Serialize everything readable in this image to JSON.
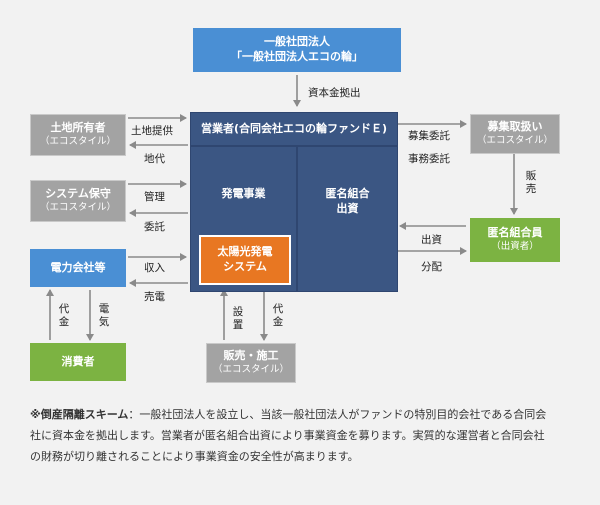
{
  "nodes": {
    "top": {
      "line1": "一般社団法人",
      "line2": "「一般社団法人エコの輪」"
    },
    "landowner": {
      "main": "土地所有者",
      "sub": "（エコスタイル）"
    },
    "maintenance": {
      "main": "システム保守",
      "sub": "（エコスタイル）"
    },
    "power_company": {
      "main": "電力会社等"
    },
    "consumer": {
      "main": "消費者"
    },
    "operator_header": "営業者(合同会社エコの輪ファンドＥ)",
    "power_business": "発電事業",
    "anon_investment": {
      "line1": "匿名組合",
      "line2": "出資"
    },
    "solar_system": {
      "line1": "太陽光発電",
      "line2": "システム"
    },
    "sales_construction": {
      "main": "販売・施工",
      "sub": "（エコスタイル）"
    },
    "recruitment": {
      "main": "募集取扱い",
      "sub": "（エコスタイル）"
    },
    "members": {
      "main": "匿名組合員",
      "sub": "（出資者）"
    }
  },
  "labels": {
    "capital": "資本金拠出",
    "land_provision": "土地提供",
    "ground_rent": "地代",
    "management": "管理",
    "entrustment": "委託",
    "revenue": "収入",
    "power_sale": "売電",
    "recruit_commission": "募集委託",
    "admin_commission": "事務委託",
    "sales": "販売",
    "investment": "出資",
    "distribution": "分配",
    "fee": "代金",
    "electricity": "電気",
    "install": "設置",
    "fee2": "代金"
  },
  "note": {
    "head": "※倒産隔離スキーム",
    "body": "：一般社団法人を設立し、当該一般社団法人がファンドの特別目的会社である合同会社に資本金を拠出します。営業者が匿名組合出資により事業資金を募ります。実質的な運営者と合同会社の財務が切り離されることにより事業資金の安全性が高まります。"
  }
}
